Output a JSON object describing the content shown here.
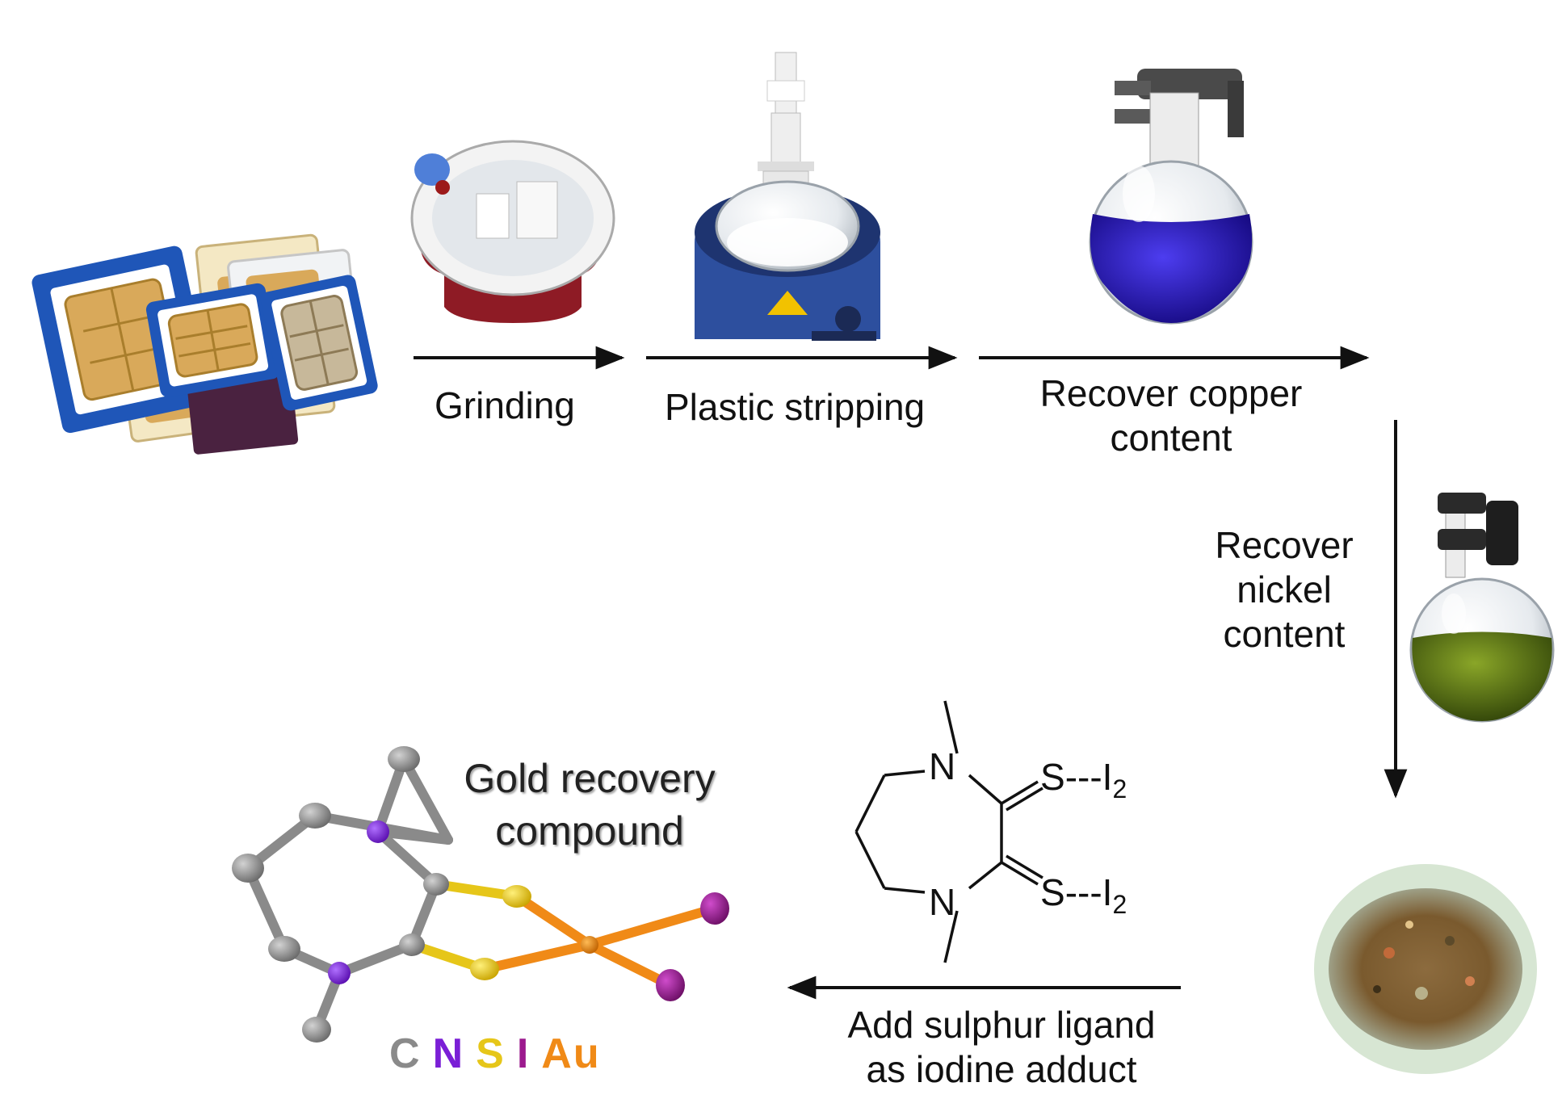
{
  "steps": {
    "grinding": "Grinding",
    "plastic_stripping": "Plastic stripping",
    "recover_copper": [
      "Recover copper",
      "content"
    ],
    "recover_nickel": [
      "Recover",
      "nickel",
      "content"
    ],
    "add_ligand": [
      "Add sulphur ligand",
      "as iodine adduct"
    ]
  },
  "product": {
    "title": [
      "Gold recovery",
      "compound"
    ]
  },
  "ligand_structure": {
    "atom_n": "N",
    "atom_s": "S",
    "adduct": "---I",
    "subscript": "2"
  },
  "element_legend": [
    {
      "symbol": "C",
      "color": "#8a8a8a"
    },
    {
      "symbol": "N",
      "color": "#7a1fd6"
    },
    {
      "symbol": "S",
      "color": "#e6c619"
    },
    {
      "symbol": "I",
      "color": "#9c1a8e"
    },
    {
      "symbol": "Au",
      "color": "#f08a17"
    }
  ],
  "colors": {
    "arrow": "#111111",
    "copper_solution": "#2a1bd1",
    "nickel_solution": "#5a7a12",
    "heating_mantle": "#2d4f9e",
    "grinder_body": "#8e1b25",
    "sim_frame": "#1f56b8",
    "sim_chip": "#d9a95a"
  }
}
